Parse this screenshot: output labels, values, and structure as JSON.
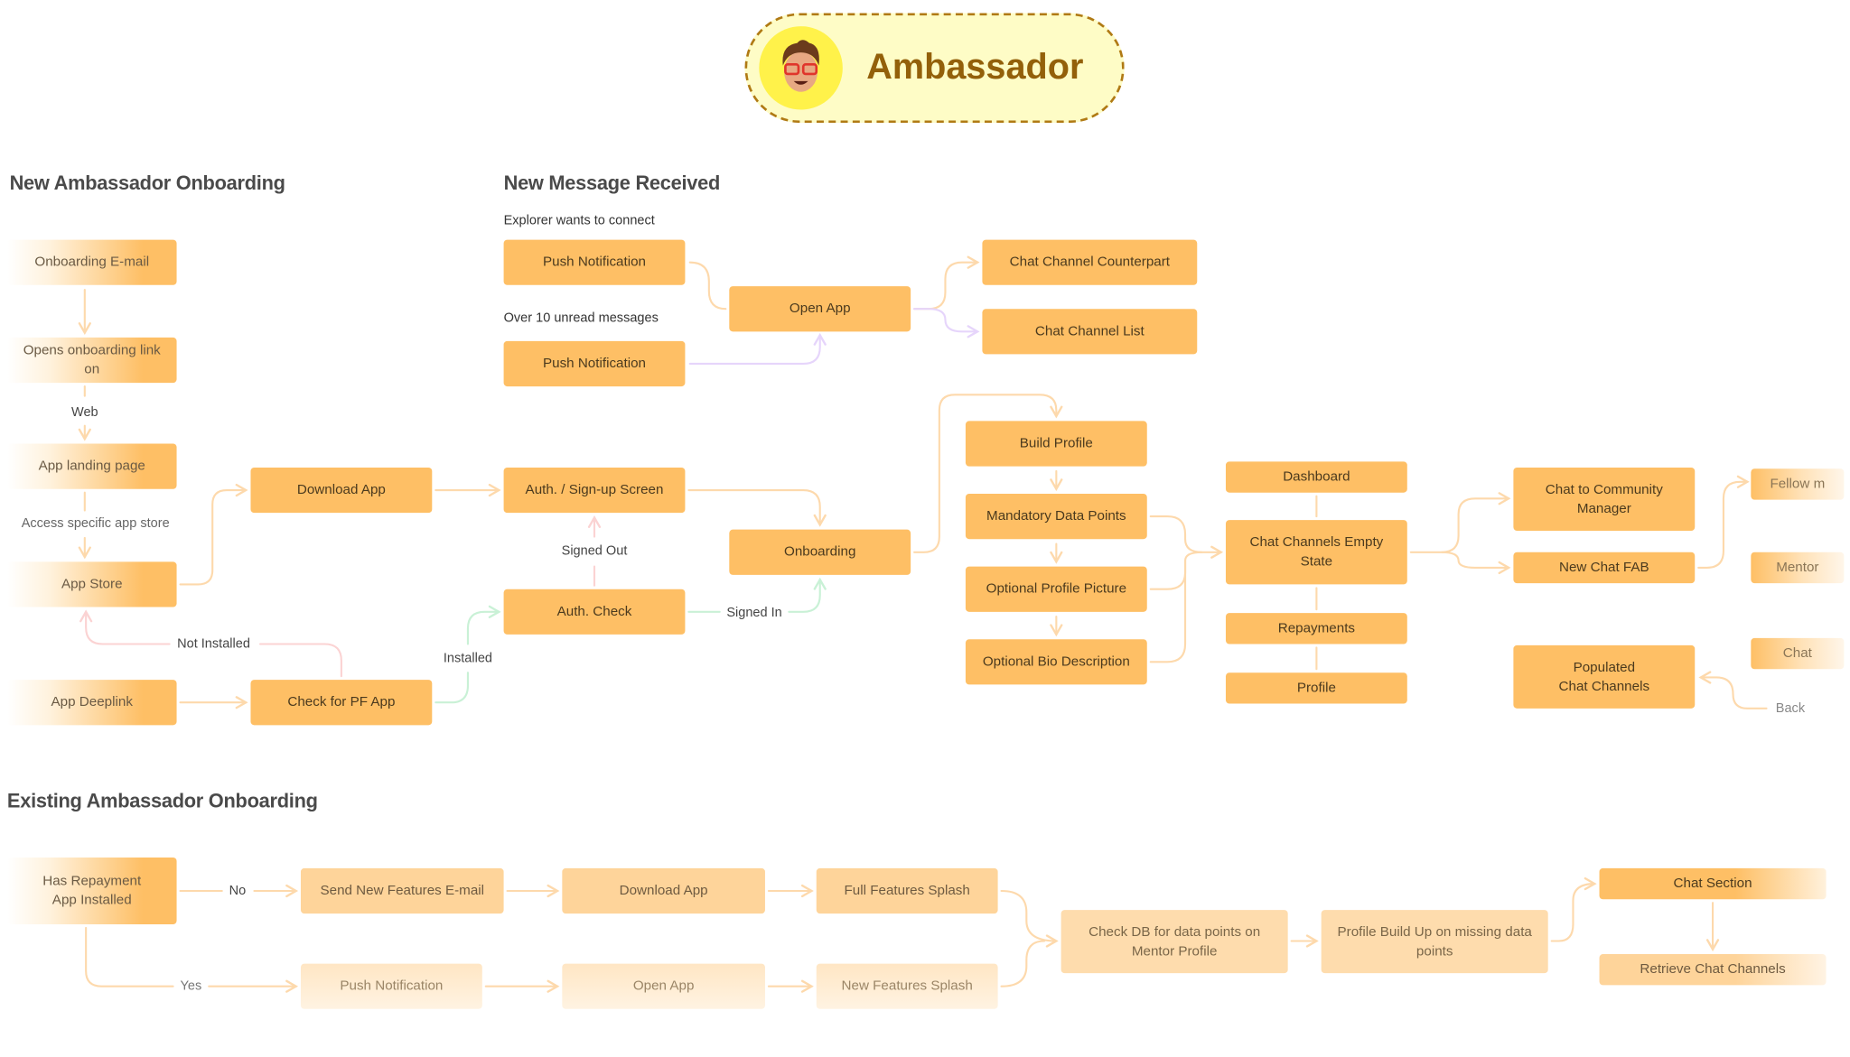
{
  "header": {
    "title": "Ambassador",
    "avatar": "memoji-avatar",
    "accent": "#93600a",
    "badge_bg": "#fefcc6"
  },
  "colors": {
    "node": "#febf65",
    "edge_default": "#fdd9ac",
    "edge_purple": "#e6d5fb",
    "edge_green": "#c9f1d6",
    "edge_red": "#fbd3d3"
  },
  "new_onboarding": {
    "title": "New Ambassador Onboarding",
    "nodes": [
      "Onboarding E-mail",
      "Opens onboarding link on",
      "App landing page",
      "App Store",
      "App Deeplink",
      "Download App",
      "Check for PF App"
    ],
    "labels": {
      "web": "Web",
      "store": "Access specific app store",
      "not_installed": "Not Installed",
      "installed": "Installed"
    }
  },
  "new_message": {
    "title": "New Message Received",
    "captions": [
      "Explorer wants to connect",
      "Over 10 unread messages"
    ],
    "nodes": [
      "Push Notification",
      "Push Notification",
      "Open App",
      "Chat Channel Counterpart",
      "Chat Channel List"
    ]
  },
  "auth": {
    "nodes": [
      "Auth. / Sign-up Screen",
      "Auth. Check",
      "Onboarding"
    ],
    "labels": {
      "signed_out": "Signed Out",
      "signed_in": "Signed In"
    }
  },
  "profile": {
    "nodes": [
      "Build Profile",
      "Mandatory Data Points",
      "Optional Profile Picture",
      "Optional Bio Description"
    ]
  },
  "app_nav": {
    "nodes": [
      "Dashboard",
      "Chat Channels Empty State",
      "Repayments",
      "Profile"
    ]
  },
  "chat": {
    "nodes": [
      "Chat to Community\nManager",
      "New Chat FAB",
      "Populated\nChat Channels",
      "Fellow m",
      "Mentor",
      "Chat"
    ],
    "labels": {
      "back": "Back"
    }
  },
  "existing_onboarding": {
    "title": "Existing Ambassador Onboarding",
    "nodes": [
      "Has Repayment\nApp Installed",
      "Send New Features E-mail",
      "Download App",
      "Full Features Splash",
      "Push Notification",
      "Open App",
      "New Features Splash",
      "Check DB for data points on\nMentor Profile",
      "Profile Build Up on missing data\npoints",
      "Chat Section",
      "Retrieve Chat Channels"
    ],
    "labels": {
      "no": "No",
      "yes": "Yes"
    }
  }
}
